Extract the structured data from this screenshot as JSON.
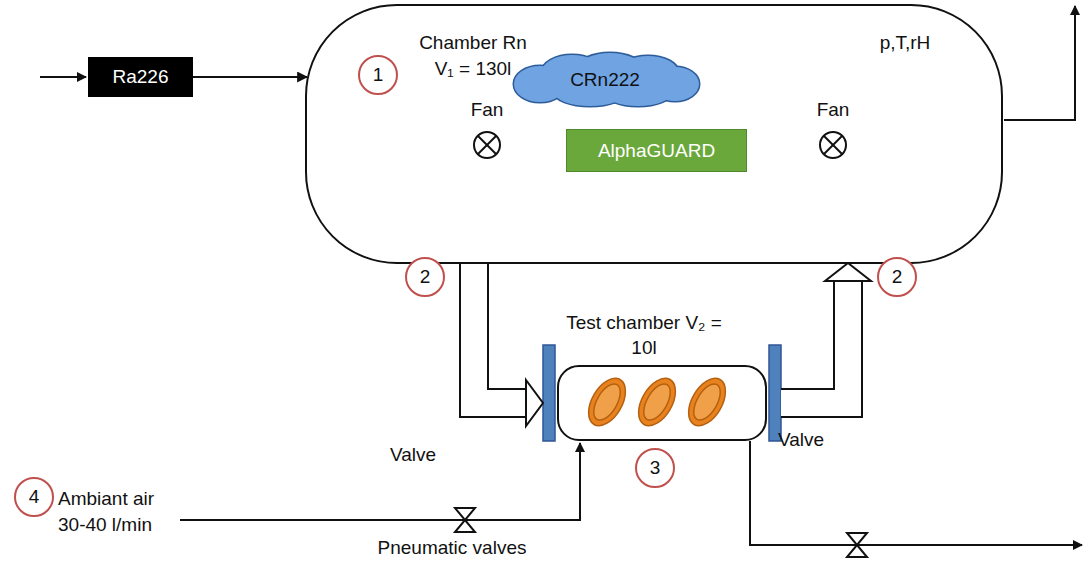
{
  "diagram": {
    "nodes": [
      {
        "text": [
          "Ra226"
        ]
      },
      {
        "text": [
          "Chamber Rn V₁ = 130l"
        ]
      },
      {
        "text": [
          "CRn222"
        ],
        "in": 1
      },
      {
        "text": [
          "AlphaGUARD"
        ],
        "in": 1
      },
      {
        "text": [
          "Test chamber V₂ = 10l"
        ]
      }
    ],
    "edges": [
      {
        "from": 0,
        "to": 1,
        "arrow": "to"
      },
      {
        "from": 1,
        "to": 4,
        "arrow": "to"
      },
      {
        "from": 4,
        "to": 1,
        "arrow": "to"
      }
    ],
    "labels": [
      "1",
      "Fan",
      "Fan",
      "p,T,rH",
      "2",
      "2",
      "Valve",
      "Valve",
      "3",
      "4",
      "Ambiant air 30-40 l/min",
      "Pneumatic valves"
    ]
  }
}
